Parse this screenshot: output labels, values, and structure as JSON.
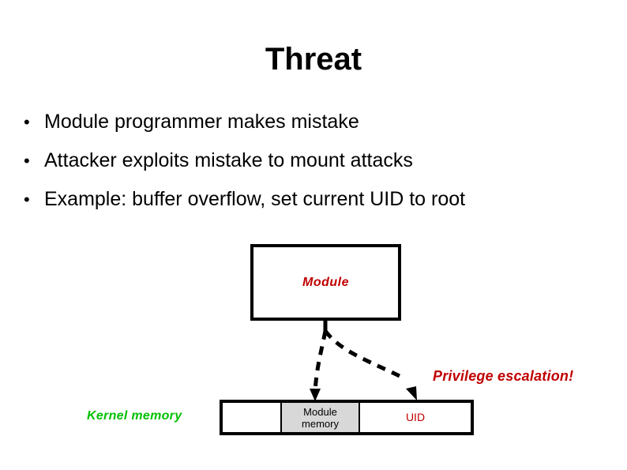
{
  "slide": {
    "title": "Threat",
    "bullet_marker": "•",
    "bullets": [
      {
        "text": "Module programmer makes mistake"
      },
      {
        "text": "Attacker exploits mistake to mount attacks"
      },
      {
        "text": "Example: buffer overflow, set current UID to root"
      }
    ],
    "diagram": {
      "module_box_label": "Module",
      "kernel_memory_label": "Kernel memory",
      "privilege_escalation_label": "Privilege escalation!",
      "memory_bar": {
        "cells": [
          {
            "label": "",
            "name": "free-memory"
          },
          {
            "label": "Module\nmemory",
            "label_line1": "Module",
            "label_line2": "memory",
            "name": "module-memory"
          },
          {
            "label": "UID",
            "name": "uid"
          }
        ]
      },
      "arrows": [
        {
          "name": "arrow-to-module-memory",
          "style": "dashed",
          "from": "module-box",
          "to": "module-memory-cell"
        },
        {
          "name": "arrow-to-uid",
          "style": "dashed",
          "from": "module-box",
          "to": "uid-cell"
        }
      ]
    },
    "colors": {
      "module_label": "#C00000",
      "uid_label": "#C00000",
      "privilege_escalation": "#C00000",
      "kernel_memory": "#00C000",
      "module_memory_fill": "#d8d8d8",
      "outline": "#000000",
      "background": "#ffffff"
    }
  }
}
